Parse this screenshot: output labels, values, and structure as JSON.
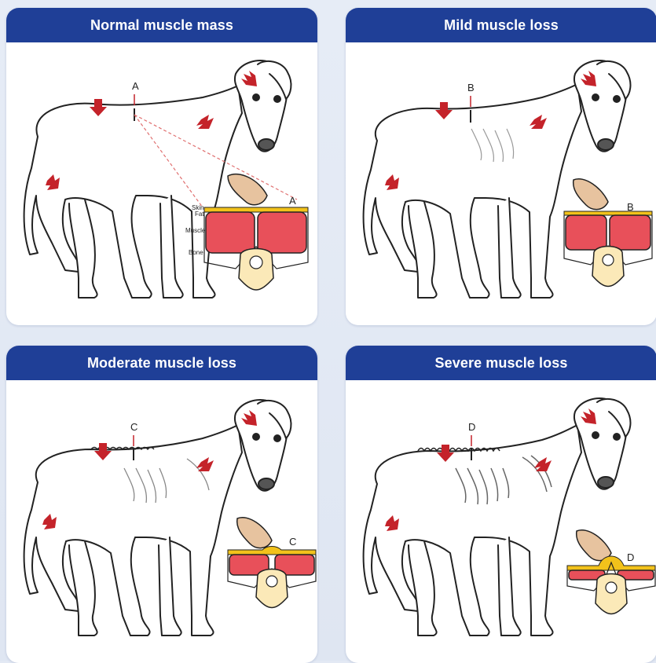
{
  "panels": [
    {
      "title": "Normal muscle mass",
      "marker": "A",
      "loss": 0
    },
    {
      "title": "Mild muscle loss",
      "marker": "B",
      "loss": 1
    },
    {
      "title": "Moderate muscle loss",
      "marker": "C",
      "loss": 2
    },
    {
      "title": "Severe muscle loss",
      "marker": "D",
      "loss": 3
    }
  ],
  "cross_section_labels": {
    "skin": "Skin",
    "fat": "Fat",
    "muscle": "Muscle",
    "bone": "Bone"
  },
  "colors": {
    "header": "#1f3f97",
    "arrow": "#c4232a",
    "muscle": "#e8505a",
    "fat": "#f2c21b",
    "bone": "#fbe9b8",
    "finger": "#e7c39f"
  }
}
